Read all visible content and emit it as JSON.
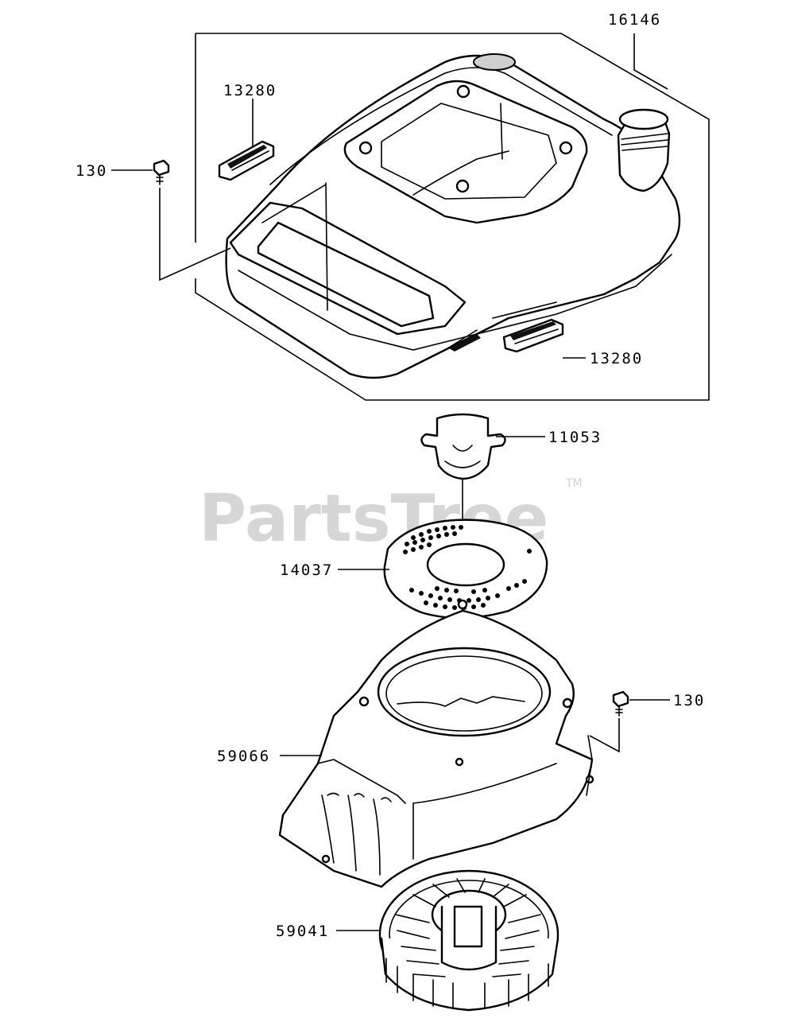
{
  "watermark": {
    "brand": "PartsTree",
    "trademark": "TM"
  },
  "callouts": [
    {
      "id": "cover",
      "part_number": "16146"
    },
    {
      "id": "damper-top",
      "part_number": "13280"
    },
    {
      "id": "bolt-top",
      "part_number": "130"
    },
    {
      "id": "damper-bottom",
      "part_number": "13280"
    },
    {
      "id": "guide",
      "part_number": "11053"
    },
    {
      "id": "screen",
      "part_number": "14037"
    },
    {
      "id": "bolt-lower",
      "part_number": "130"
    },
    {
      "id": "fan-housing",
      "part_number": "59066"
    },
    {
      "id": "flywheel-fan",
      "part_number": "59041"
    }
  ]
}
